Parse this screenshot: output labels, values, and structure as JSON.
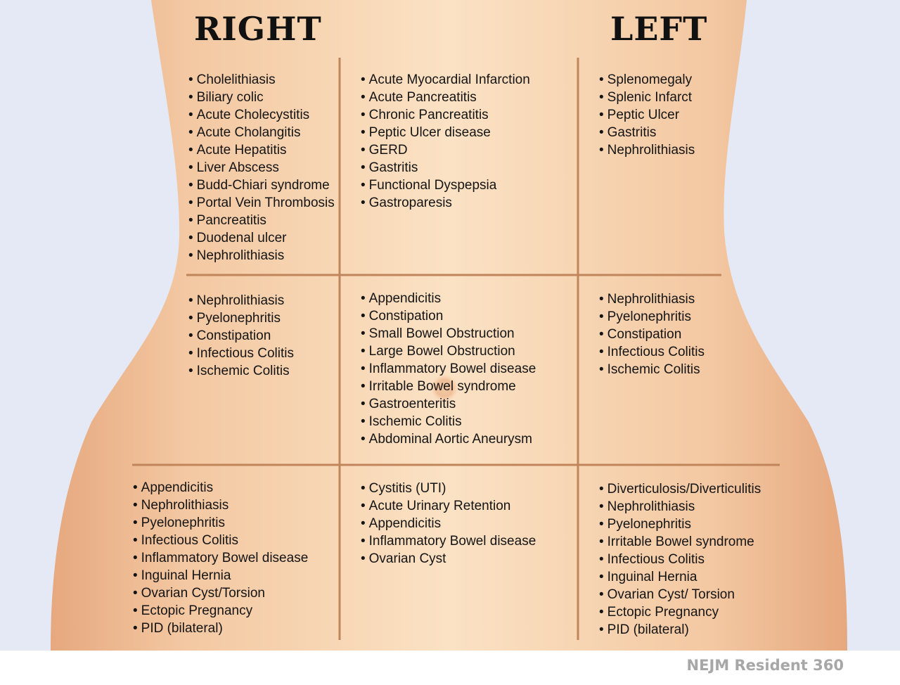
{
  "headings": {
    "right": "RIGHT",
    "left": "LEFT"
  },
  "regions": [
    {
      "name": "right-upper",
      "items": [
        "Cholelithiasis",
        "Biliary colic",
        "Acute Cholecystitis",
        "Acute Cholangitis",
        "Acute Hepatitis",
        "Liver Abscess",
        "Budd-Chiari syndrome",
        "Portal Vein Thrombosis",
        "Pancreatitis",
        "Duodenal ulcer",
        "Nephrolithiasis"
      ]
    },
    {
      "name": "epigastric",
      "items": [
        "Acute Myocardial Infarction",
        "Acute Pancreatitis",
        "Chronic Pancreatitis",
        "Peptic Ulcer disease",
        "GERD",
        "Gastritis",
        "Functional Dyspepsia",
        "Gastroparesis"
      ]
    },
    {
      "name": "left-upper",
      "items": [
        "Splenomegaly",
        "Splenic Infarct",
        "Peptic Ulcer",
        "Gastritis",
        "Nephrolithiasis"
      ]
    },
    {
      "name": "right-lumbar",
      "items": [
        "Nephrolithiasis",
        "Pyelonephritis",
        "Constipation",
        "Infectious Colitis",
        "Ischemic Colitis"
      ]
    },
    {
      "name": "umbilical",
      "items": [
        "Appendicitis",
        "Constipation",
        "Small Bowel Obstruction",
        "Large Bowel Obstruction",
        "Inflammatory Bowel disease",
        "Irritable Bowel syndrome",
        "Gastroenteritis",
        "Ischemic Colitis",
        "Abdominal Aortic Aneurysm"
      ]
    },
    {
      "name": "left-lumbar",
      "items": [
        "Nephrolithiasis",
        "Pyelonephritis",
        "Constipation",
        "Infectious Colitis",
        "Ischemic Colitis"
      ]
    },
    {
      "name": "right-lower",
      "items": [
        "Appendicitis",
        "Nephrolithiasis",
        "Pyelonephritis",
        "Infectious Colitis",
        "Inflammatory Bowel disease",
        "Inguinal Hernia",
        "Ovarian Cyst/Torsion",
        "Ectopic Pregnancy",
        "PID (bilateral)"
      ]
    },
    {
      "name": "suprapubic",
      "items": [
        "Cystitis (UTI)",
        "Acute Urinary Retention",
        "Appendicitis",
        "Inflammatory Bowel disease",
        "Ovarian Cyst"
      ]
    },
    {
      "name": "left-lower",
      "items": [
        "Diverticulosis/Diverticulitis",
        "Nephrolithiasis",
        "Pyelonephritis",
        "Irritable Bowel syndrome",
        "Infectious Colitis",
        "Inguinal Hernia",
        "Ovarian Cyst/ Torsion",
        "Ectopic Pregnancy",
        "PID (bilateral)"
      ]
    }
  ],
  "credit": "NEJM Resident 360",
  "colors": {
    "background": "#e4e9f5",
    "skin_center": "#fbe1c2",
    "skin_edge": "#e8ad85",
    "grid_line": "#c0855b",
    "text": "#141414",
    "credit": "#a7a7a7"
  }
}
